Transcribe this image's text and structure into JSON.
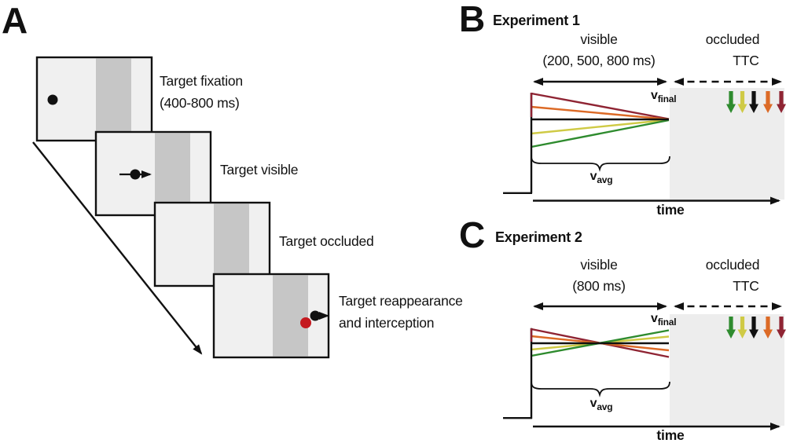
{
  "figure": {
    "panel_a": {
      "label": "A",
      "screens": [
        {
          "line1": "Target fixation",
          "line2": "(400-800 ms)"
        },
        {
          "line1": "Target visible",
          "line2": ""
        },
        {
          "line1": "Target occluded",
          "line2": ""
        },
        {
          "line1": "Target reappearance",
          "line2": "and interception"
        }
      ]
    },
    "panel_b": {
      "label": "B",
      "title": "Experiment 1",
      "visible_label": "visible",
      "visible_duration": "(200, 500, 800 ms)",
      "occluded_label": "occluded",
      "ttc_label": "TTC",
      "v_final": {
        "base": "v",
        "sub": "final"
      },
      "v_avg": {
        "base": "v",
        "sub": "avg"
      },
      "time_label": "time"
    },
    "panel_c": {
      "label": "C",
      "title": "Experiment 2",
      "visible_label": "visible",
      "visible_duration": "(800 ms)",
      "occluded_label": "occluded",
      "ttc_label": "TTC",
      "v_final": {
        "base": "v",
        "sub": "final"
      },
      "v_avg": {
        "base": "v",
        "sub": "avg"
      },
      "time_label": "time"
    },
    "colors": {
      "green": "#2e8b2e",
      "yellow": "#cfca45",
      "black": "#111111",
      "orange": "#dc6a26",
      "dark_red": "#8f2433",
      "red_dot": "#c4191f",
      "screen_bg": "#f0f0f0",
      "occluder_band": "#c6c6c6",
      "occluded_bg": "#ededed"
    }
  }
}
